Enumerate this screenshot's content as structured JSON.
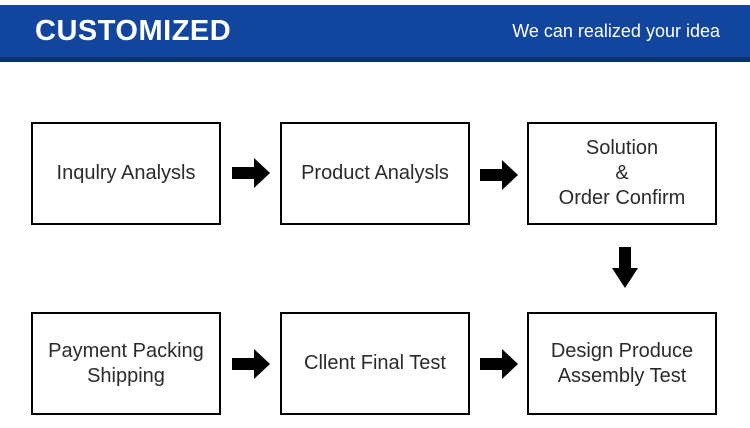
{
  "banner": {
    "title": "CUSTOMIZED",
    "tagline": "We can realized your idea",
    "colors": {
      "background": "#12469e",
      "bottom_edge": "#0a3170",
      "text": "#ffffff"
    }
  },
  "flowchart": {
    "colors": {
      "box_background": "#ffffff",
      "box_border": "#000000",
      "text": "#2b2b2b",
      "arrow": "#000000"
    },
    "boxes": [
      {
        "id": "inquiry-analysis",
        "lines": [
          "Inqulry Analysls"
        ]
      },
      {
        "id": "product-analysis",
        "lines": [
          "Product Analysls"
        ]
      },
      {
        "id": "solution-order-confirm",
        "lines": [
          "Solution",
          "&",
          "Order Confirm"
        ]
      },
      {
        "id": "payment-packing-shipping",
        "lines": [
          "Payment Packing",
          "Shipping"
        ]
      },
      {
        "id": "client-final-test",
        "lines": [
          "Cllent Final Test"
        ]
      },
      {
        "id": "design-produce-assembly-test",
        "lines": [
          "Design Produce",
          "Assembly Test"
        ]
      }
    ],
    "arrows": [
      {
        "between": "inquiry-analysis / product-analysis",
        "direction": "right"
      },
      {
        "between": "product-analysis / solution-order-confirm",
        "direction": "right"
      },
      {
        "between": "solution-order-confirm / design-produce-assembly-test",
        "direction": "down"
      },
      {
        "between": "payment-packing-shipping / client-final-test",
        "direction": "right"
      },
      {
        "between": "client-final-test / design-produce-assembly-test",
        "direction": "right"
      }
    ]
  }
}
